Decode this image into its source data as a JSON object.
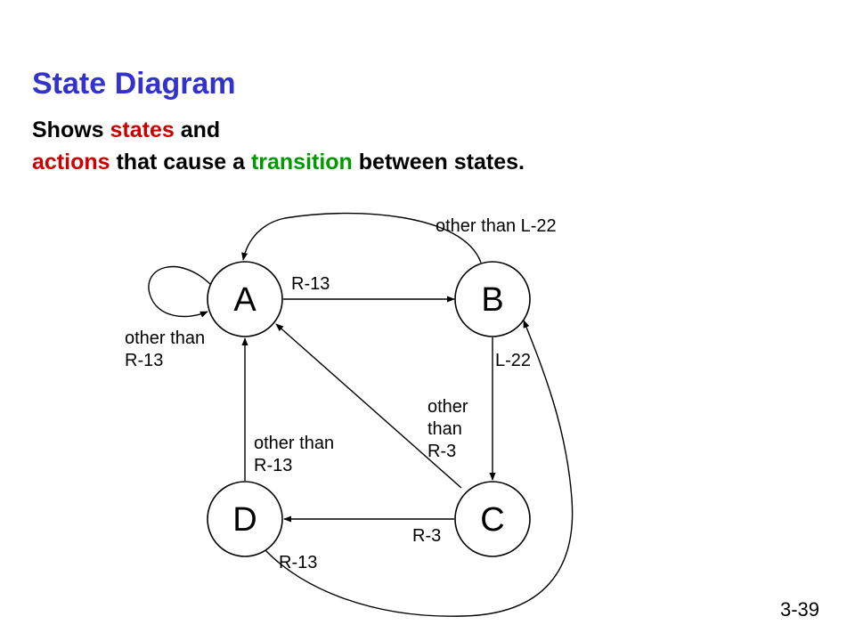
{
  "slide": {
    "title": "State Diagram",
    "subtitle": {
      "line1": [
        {
          "text": "Shows ",
          "role": "plain"
        },
        {
          "text": "states",
          "role": "red"
        },
        {
          "text": " and",
          "role": "plain"
        }
      ],
      "line2": [
        {
          "text": "actions",
          "role": "red"
        },
        {
          "text": " that cause a ",
          "role": "plain"
        },
        {
          "text": "transition",
          "role": "green"
        },
        {
          "text": " between states.",
          "role": "plain"
        }
      ]
    },
    "page_number": "3-39"
  },
  "colors": {
    "title": "#3333cc",
    "plain": "#000000",
    "red": "#cc0000",
    "green": "#009900"
  },
  "diagram": {
    "states": [
      {
        "id": "A",
        "label": "A"
      },
      {
        "id": "B",
        "label": "B"
      },
      {
        "id": "C",
        "label": "C"
      },
      {
        "id": "D",
        "label": "D"
      }
    ],
    "transitions": [
      {
        "id": "a-self",
        "from": "A",
        "to": "A",
        "label_lines": [
          "other than",
          "R-13"
        ]
      },
      {
        "id": "a-b",
        "from": "A",
        "to": "B",
        "label_lines": [
          "R-13"
        ]
      },
      {
        "id": "b-a",
        "from": "B",
        "to": "A",
        "label_lines": [
          "other than L-22"
        ]
      },
      {
        "id": "b-c",
        "from": "B",
        "to": "C",
        "label_lines": [
          "L-22"
        ]
      },
      {
        "id": "c-a",
        "from": "C",
        "to": "A",
        "label_lines": [
          "other",
          "than",
          "R-3"
        ]
      },
      {
        "id": "c-d",
        "from": "C",
        "to": "D",
        "label_lines": [
          "R-3"
        ]
      },
      {
        "id": "d-a",
        "from": "D",
        "to": "A",
        "label_lines": [
          "other than",
          "R-13"
        ]
      },
      {
        "id": "d-b",
        "from": "D",
        "to": "B",
        "label_lines": [
          "R-13"
        ]
      }
    ]
  }
}
